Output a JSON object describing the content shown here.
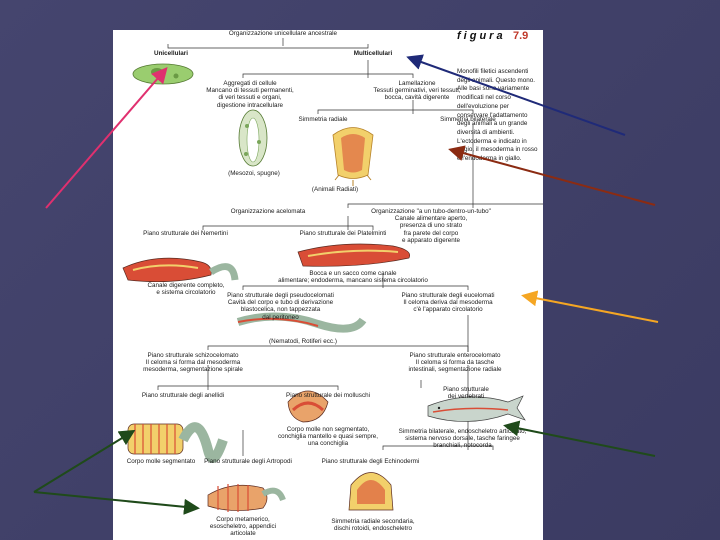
{
  "figure": {
    "label": "figura",
    "number": "7.9",
    "caption": "Monofili filetici ascendenti degli animali. Questo mono. Alle basi sono variamente modificati nel corso dell'evoluzione per conservare l'adattamento degli animali a un grande diversità di ambienti. L'ectoderma e indicato in grigio, il mesoderma in rosso e l'endoderma in giallo."
  },
  "nodes": {
    "root": "Organizzazione unicellulare ancestrale",
    "unicellulari": "Unicellulari",
    "multicellulari": "Multicellulari",
    "aggregati": "Aggregati di cellule\nMancano di tessuti permanenti,\ndi veri tessuti e organi,\ndigestione intracellulare",
    "lamellazione": "Lamellazione\nTessuti germinativi, veri tessuti,\nbocca, cavità digerente",
    "mesozoi": "(Mesozoi, spugne)",
    "simmetria_radiale": "Simmetria radiale",
    "simmetria_bilaterale": "Simmetria bilaterale",
    "radiati": "(Animali Radiati)",
    "acelomata": "Organizzazione acelomata",
    "tubo": "Organizzazione \"a un tubo-dentro-un-tubo\"\nCanale alimentare aperto,\npresenza di uno strato\nfra parete del corpo\ne apparato digerente",
    "nemertini": "Piano strutturale dei Nemertini",
    "platelminti": "Piano strutturale dei Platelminti",
    "bocca_sacco": "Bocca e un sacco come canale\nalimentare; endoderma, mancano sistema circolatorio",
    "canale_dig": "Canale digerente completo,\ne sistema circolatorio",
    "pseudocelomati": "Piano strutturale degli pseudocelomati\nCavità del corpo e tubo di derivazione\nblastocelica, non tappezzata\ndal peritoneo",
    "nematodi": "(Nematodi, Rotiferi ecc.)",
    "eucelomati": "Piano strutturale degli eucelomati\nIl celoma deriva dal mesoderma\nc'è l'apparato circolatorio",
    "schizocelomati": "Piano strutturale schizocelomato\nIl celoma si forma dal mesoderma\nmesoderma, segmentazione spirale",
    "enterocelomati": "Piano strutturale enterocelomato\nIl celoma si forma da tasche\nintestinali, segmentazione radiale",
    "anellidi": "Piano strutturale degli anellidi",
    "molluschi": "Piano strutturale dei molluschi",
    "corpo_non_segmentato": "Corpo molle non segmentato,\nconchiglia mantello e quasi sempre,\nuna conchiglia",
    "vertebrati": "Piano strutturale\ndei vertebrati",
    "simmetria_bil_endo": "Simmetria bilaterale, endoscheletro articolato,\nsistema nervoso dorsale, tasche faringee\nbranchiali, notocorda",
    "corpo_segmentato": "Corpo molle segmentato",
    "artropodi": "Piano strutturale degli Artropodi",
    "echinodermi": "Piano strutturale degli Echinodermi",
    "corpo_metamerico": "Corpo metamerico,\nesoscheletro, appendici\narticolate",
    "simmetria_rad_sec": "Simmetria radiale secondaria,\ndischi rotoidi, endoscheletro"
  },
  "arrows": [
    {
      "name": "pink-arrow",
      "color": "#e0306f"
    },
    {
      "name": "navy-arrow",
      "color": "#1f2a78"
    },
    {
      "name": "brown-arrow",
      "color": "#8b2b12"
    },
    {
      "name": "orange-arrow",
      "color": "#f5a623"
    },
    {
      "name": "darkgreen-arrow",
      "color": "#1f4a1a"
    },
    {
      "name": "green-v-arrow",
      "color": "#1f4a1a"
    }
  ],
  "colors": {
    "background": "#3f3f66",
    "gray_tissue": "#b8c9b3",
    "red_tissue": "#d94d36",
    "yellow_tissue": "#f2d06b",
    "green_cell": "#9acd6f"
  }
}
